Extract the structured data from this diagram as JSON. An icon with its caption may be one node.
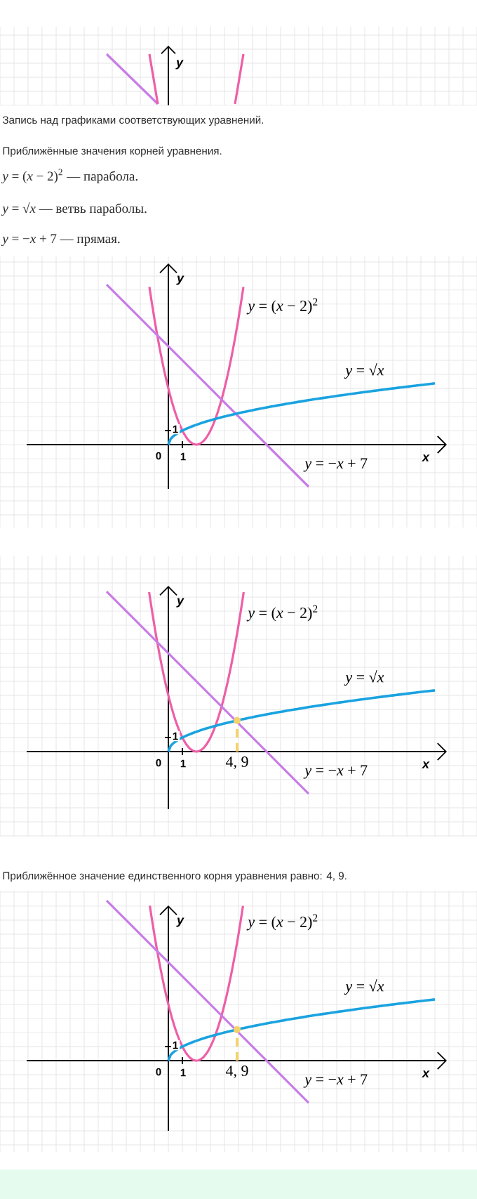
{
  "diagram": {
    "labels": [
      "y",
      "Запись над графиками соответствующих уравнений.",
      "Приближённые значения корней уравнения.",
      "*y* = (*x* − 2)$^{2}$ — парабола.",
      "*y* = √*x* — ветвь параболы.",
      "*y* = −*x* + 7 — прямая.",
      "y",
      "*y* = (*x* − 2)$^{2}$",
      "*y* = √*x*",
      "1",
      "0",
      "1",
      "x",
      "*y* = −*x* + 7",
      "y",
      "*y* = (*x* − 2)$^{2}$",
      "*y* = √*x*",
      "1",
      "0",
      "1",
      "4, 9",
      "x",
      "*y* = −*x* + 7",
      "Приближённое значение единственного корня уравнения равно: 4, 9.",
      "y",
      "*y* = (*x* − 2)$^{2}$",
      "*y* = √*x*",
      "1",
      "0",
      "1",
      "4, 9",
      "x",
      "*y* = −*x* + 7"
    ]
  }
}
